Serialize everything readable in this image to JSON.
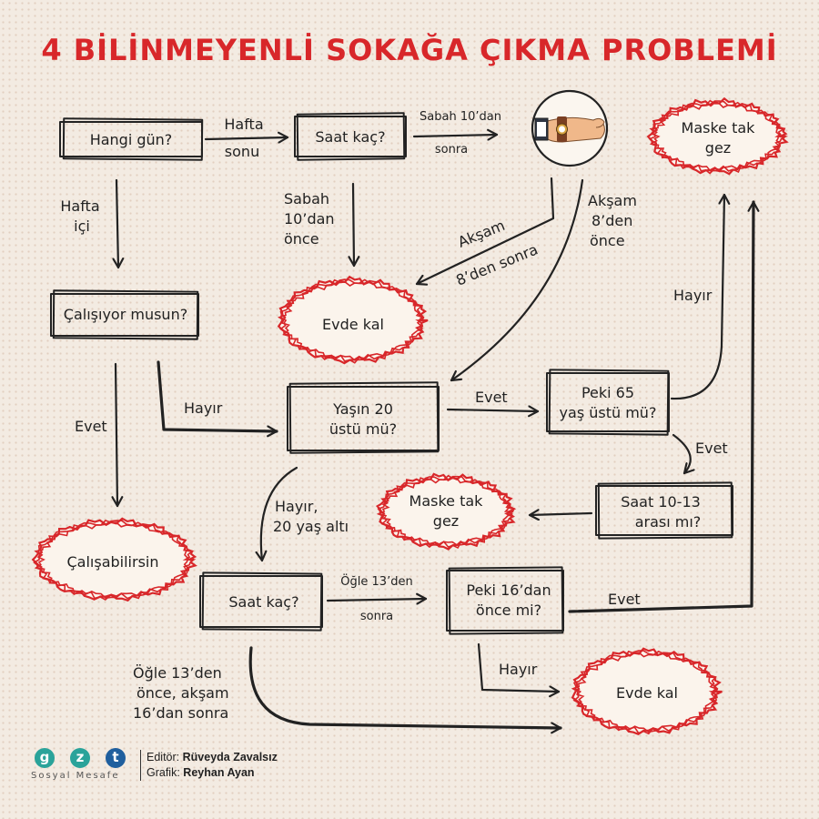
{
  "title": "4 BİLİNMEYENLİ SOKAĞA ÇIKMA PROBLEMİ",
  "colors": {
    "accent": "#d8272a",
    "background": "#f3ebe2",
    "logo_green": "#2aa39a",
    "logo_blue": "#1f5f9e"
  },
  "nodes": {
    "hangi_gun": "Hangi gün?",
    "saat_kac_1": "Saat kaç?",
    "maske_1": [
      "Maske tak",
      "gez"
    ],
    "calisiyor": "Çalışıyor musun?",
    "evde_kal_1": "Evde kal",
    "yas_20": [
      "Yaşın 20",
      "üstü mü?"
    ],
    "yas_65": [
      "Peki 65",
      "yaş üstü mü?"
    ],
    "maske_2": [
      "Maske tak",
      "gez"
    ],
    "saat_10_13": [
      "Saat 10-13",
      "arası mı?"
    ],
    "calisabilirsin": "Çalışabilirsin",
    "saat_kac_2": "Saat kaç?",
    "once_16": [
      "Peki 16’dan",
      "önce mi?"
    ],
    "evde_kal_2": "Evde kal"
  },
  "edges": {
    "hafta_sonu": [
      "Hafta",
      "sonu"
    ],
    "sabah_10_sonra": [
      "Sabah 10’dan",
      "sonra"
    ],
    "hafta_ici": [
      "Hafta",
      "içi"
    ],
    "sabah_10_once": [
      "Sabah",
      "10’dan",
      "önce"
    ],
    "aksam_8_sonra": [
      "Akşam",
      "8’den sonra"
    ],
    "aksam_8_once": [
      "Akşam",
      "8’den",
      "önce"
    ],
    "hayir_maske": "Hayır",
    "hayir_calisma": "Hayır",
    "evet_calisma": "Evet",
    "evet_65": "Evet",
    "evet_10_13": "Evet",
    "hayir_20_alti": [
      "Hayır,",
      "20 yaş altı"
    ],
    "ogle_13_sonra": [
      "Öğle 13’den",
      "sonra"
    ],
    "evet_16": "Evet",
    "hayir_16": "Hayır",
    "ogle_aksam": [
      "Öğle 13’den",
      "önce, akşam",
      "16’dan sonra"
    ]
  },
  "icons": {
    "clock": "wristwatch-icon"
  },
  "footer": {
    "logo_letters": [
      "g",
      "z",
      "t"
    ],
    "logo_subtitle": "Sosyal Mesafe",
    "editor_label": "Editör:",
    "editor_name": "Rüveyda Zavalsız",
    "graphic_label": "Grafik:",
    "graphic_name": "Reyhan Ayan"
  }
}
